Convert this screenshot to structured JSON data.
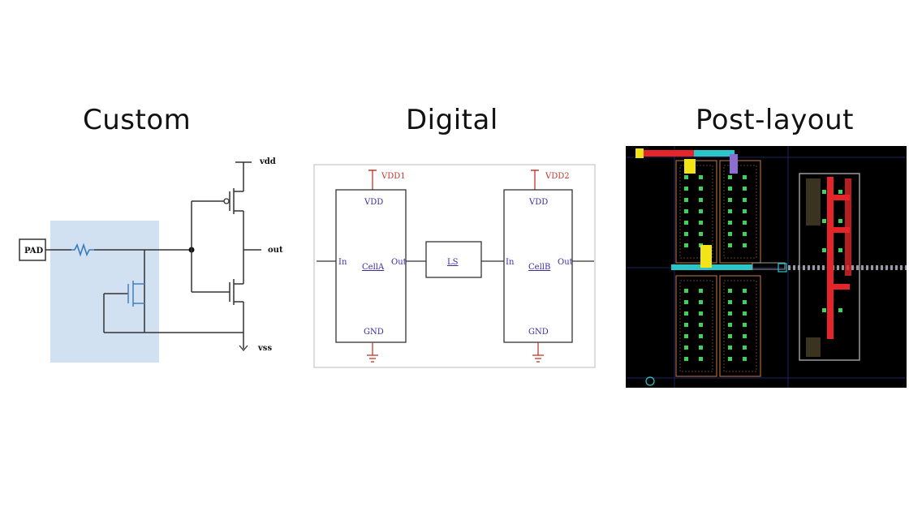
{
  "panels": {
    "custom": {
      "title": "Custom",
      "labels": {
        "pad": "PAD",
        "vdd": "vdd",
        "out": "out",
        "vss": "vss"
      }
    },
    "digital": {
      "title": "Digital",
      "labels": {
        "vdd1": "VDD1",
        "vdd2": "VDD2",
        "cell_a": {
          "vdd": "VDD",
          "gnd": "GND",
          "in": "In",
          "out": "Out",
          "name": "CellA"
        },
        "cell_b": {
          "vdd": "VDD",
          "gnd": "GND",
          "in": "In",
          "out": "Out",
          "name": "CellB"
        },
        "ls": "LS"
      }
    },
    "post_layout": {
      "title": "Post-layout"
    }
  },
  "colors": {
    "highlight": "#c9dcef",
    "schematic_line": "#333333",
    "supply_red": "#c0392b",
    "cell_link": "#3a2ca0",
    "layout_bg": "#000000",
    "metal_red": "#e5252a",
    "metal_cyan": "#2bc6c9",
    "metal_yellow": "#f2e417",
    "metal_violet": "#8a6fd1",
    "via_green": "#3fd15a",
    "poly_brown": "#a8643c",
    "grid_blue": "#1a2a6a"
  }
}
